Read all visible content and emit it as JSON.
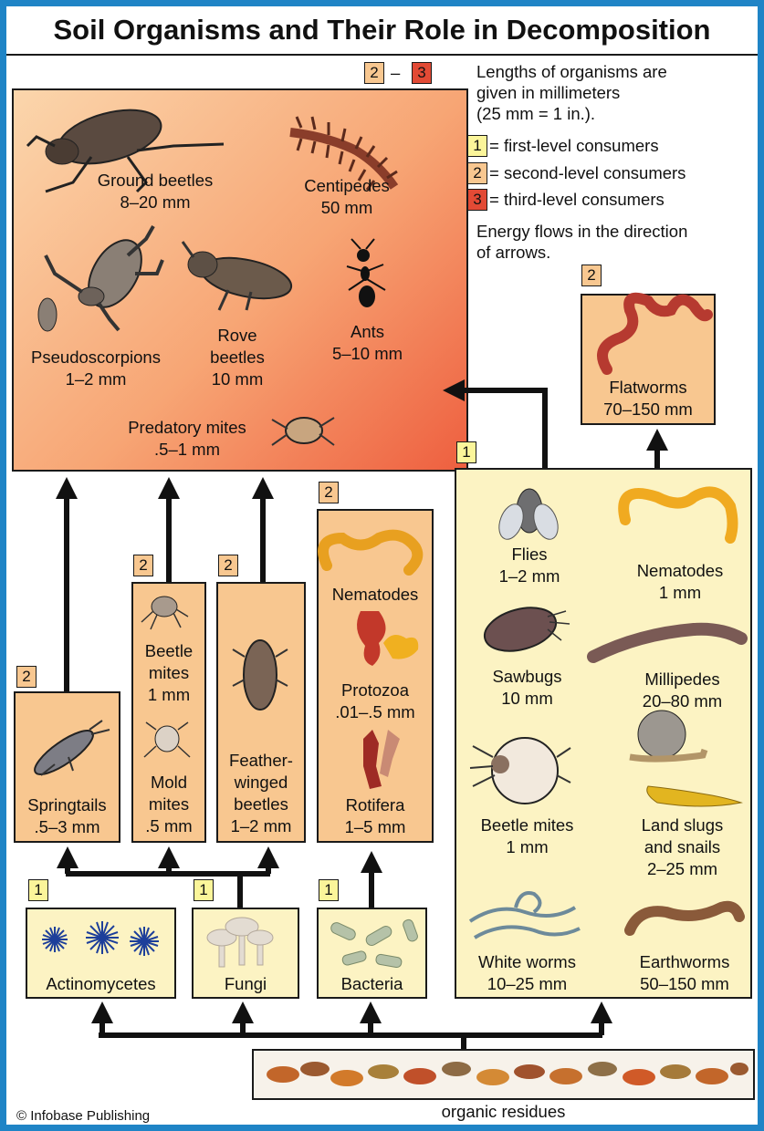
{
  "title": "Soil Organisms and Their Role in Decomposition",
  "legend": {
    "lengths_line1": "Lengths of organisms are",
    "lengths_line2": "given in millimeters",
    "lengths_line3": "(25 mm = 1 in.).",
    "level1_num": "1",
    "level1_text": "= first-level consumers",
    "level2_num": "2",
    "level2_text": "= second-level consumers",
    "level3_num": "3",
    "level3_text": "= third-level consumers",
    "energy_line1": "Energy flows in the direction",
    "energy_line2": "of arrows."
  },
  "predators": {
    "badge_a": "2",
    "dash": "–",
    "badge_b": "3",
    "ground_beetles": {
      "name": "Ground beetles",
      "size": "8–20 mm"
    },
    "centipedes": {
      "name": "Centipedes",
      "size": "50 mm"
    },
    "pseudoscorpions": {
      "name": "Pseudoscorpions",
      "size": "1–2 mm"
    },
    "rove_beetles": {
      "name1": "Rove",
      "name2": "beetles",
      "size": "10 mm"
    },
    "ants": {
      "name": "Ants",
      "size": "5–10 mm"
    },
    "predatory_mites": {
      "name": "Predatory mites",
      "size": ".5–1 mm"
    }
  },
  "flatworms": {
    "badge": "2",
    "name": "Flatworms",
    "size": "70–150 mm"
  },
  "springtails": {
    "badge": "2",
    "name": "Springtails",
    "size": ".5–3 mm"
  },
  "mites": {
    "badge": "2",
    "beetle_name1": "Beetle",
    "beetle_name2": "mites",
    "beetle_size": "1 mm",
    "mold_name1": "Mold",
    "mold_name2": "mites",
    "mold_size": ".5 mm"
  },
  "feather_winged": {
    "badge": "2",
    "name1": "Feather-",
    "name2": "winged",
    "name3": "beetles",
    "size": "1–2 mm"
  },
  "micro": {
    "badge": "2",
    "nematodes": "Nematodes",
    "protozoa": "Protozoa",
    "protozoa_size": ".01–.5 mm",
    "rotifera": "Rotifera",
    "rotifera_size": "1–5 mm"
  },
  "first_level": {
    "badge": "1",
    "flies": {
      "name": "Flies",
      "size": "1–2 mm"
    },
    "nematodes": {
      "name": "Nematodes",
      "size": "1 mm"
    },
    "sawbugs": {
      "name": "Sawbugs",
      "size": "10 mm"
    },
    "millipedes": {
      "name": "Millipedes",
      "size": "20–80 mm"
    },
    "beetle_mites": {
      "name": "Beetle mites",
      "size": "1 mm"
    },
    "slugs": {
      "name1": "Land slugs",
      "name2": "and snails",
      "size": "2–25 mm"
    },
    "white_worms": {
      "name": "White worms",
      "size": "10–25 mm"
    },
    "earthworms": {
      "name": "Earthworms",
      "size": "50–150 mm"
    }
  },
  "decomposers": {
    "actinomycetes": {
      "badge": "1",
      "name": "Actinomycetes"
    },
    "fungi": {
      "badge": "1",
      "name": "Fungi"
    },
    "bacteria": {
      "badge": "1",
      "name": "Bacteria"
    }
  },
  "residues_label": "organic residues",
  "credit": "© Infobase Publishing",
  "colors": {
    "border": "#1f84c6",
    "first_level": "#fbf59a",
    "second_level": "#f8c790",
    "third_level": "#e24a35"
  }
}
